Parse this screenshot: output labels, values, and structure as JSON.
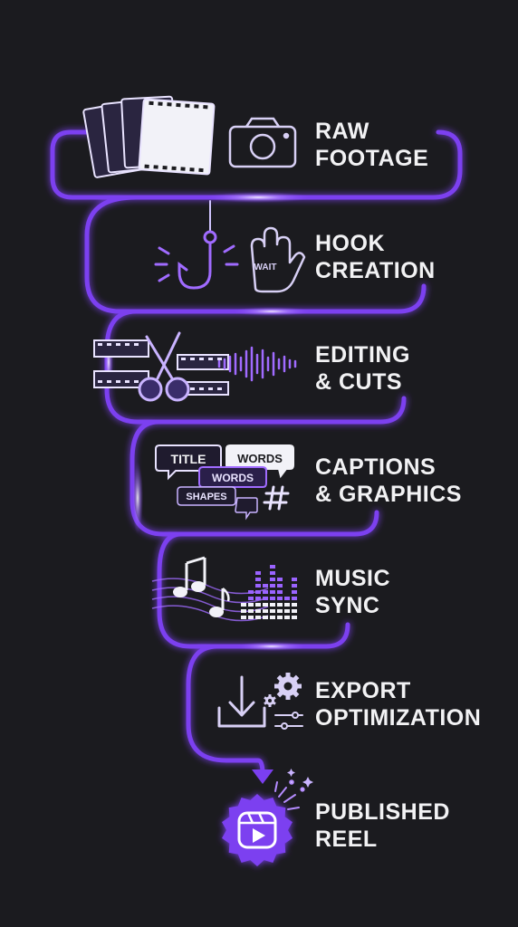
{
  "colors": {
    "background": "#1b1b1f",
    "path": "#7b3ff0",
    "path_glow": "#a26bff",
    "icon": "#c9b3ff",
    "icon_light": "#e9e3ff",
    "text": "#f2f2f4"
  },
  "steps": [
    {
      "id": "raw-footage",
      "line1": "RAW",
      "line2": "FOOTAGE",
      "icons": [
        "film-strips-icon",
        "camera-icon"
      ]
    },
    {
      "id": "hook-creation",
      "line1": "HOOK",
      "line2": "CREATION",
      "icons": [
        "fish-hook-icon",
        "hand-stop-icon"
      ],
      "hand_text": "WAIT"
    },
    {
      "id": "editing-cuts",
      "line1": "EDITING",
      "line2": "& CUTS",
      "icons": [
        "film-reel-icon",
        "scissors-icon",
        "waveform-icon"
      ]
    },
    {
      "id": "captions-graphics",
      "line1": "CAPTIONS",
      "line2": "& GRAPHICS",
      "icons": [
        "caption-bubbles-icon",
        "hashtag-icon"
      ],
      "bubbles": [
        "TITLE",
        "WORDS",
        "WORDS",
        "SHAPES"
      ]
    },
    {
      "id": "music-sync",
      "line1": "MUSIC",
      "line2": "SYNC",
      "icons": [
        "music-notes-icon",
        "equalizer-icon"
      ]
    },
    {
      "id": "export-optimization",
      "line1": "EXPORT",
      "line2": "OPTIMIZATION",
      "icons": [
        "download-icon",
        "gears-icon",
        "sliders-icon"
      ]
    },
    {
      "id": "published-reel",
      "line1": "PUBLISHED",
      "line2": "REEL",
      "icons": [
        "reel-badge-icon",
        "sparkles-icon"
      ]
    }
  ]
}
